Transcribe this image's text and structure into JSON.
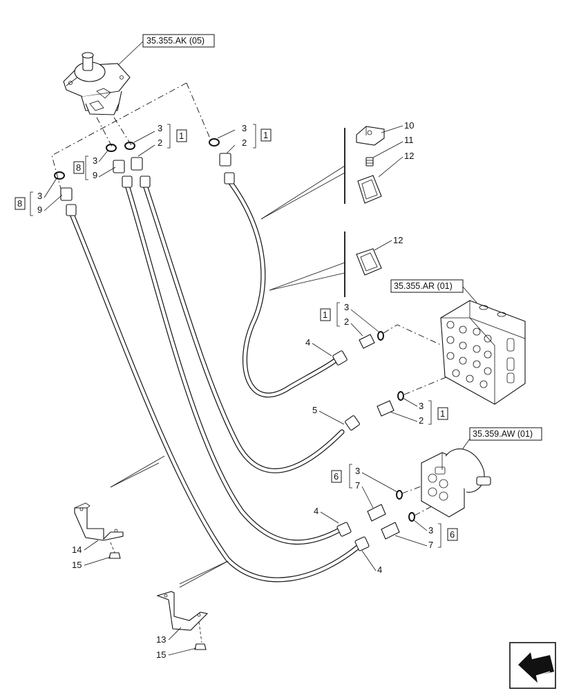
{
  "references": {
    "ak": "35.355.AK (05)",
    "ar": "35.355.AR (01)",
    "aw": "35.359.AW (01)"
  },
  "group_boxes": {
    "g1": "1",
    "g6": "6",
    "g8": "8"
  },
  "items": {
    "n2": "2",
    "n3": "3",
    "n4": "4",
    "n5": "5",
    "n7": "7",
    "n9": "9",
    "n10": "10",
    "n11": "11",
    "n12": "12",
    "n13": "13",
    "n14": "14",
    "n15": "15"
  },
  "icons": [
    "joystick-valve",
    "control-valve-block",
    "hydraulic-motor",
    "hose",
    "o-ring",
    "adapter-fitting",
    "clip",
    "screw",
    "grommet",
    "bracket",
    "bolt",
    "navigation-arrow-icon"
  ]
}
